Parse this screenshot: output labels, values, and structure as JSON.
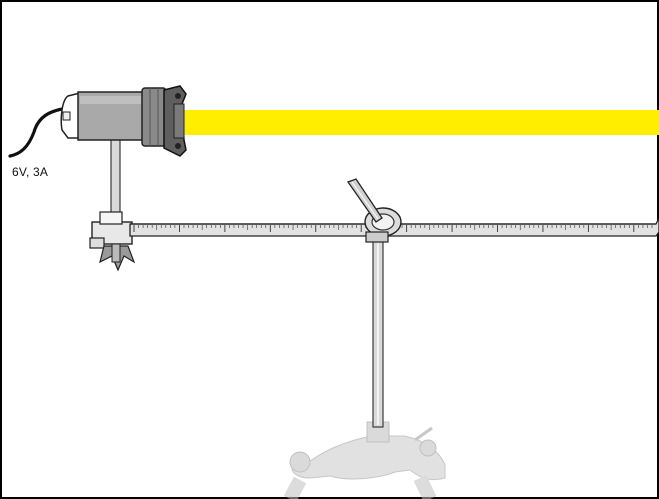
{
  "labels": {
    "power_supply": "6V, 3A"
  },
  "colors": {
    "light_beam": "#ffee00",
    "lamp_body": "#a9a9a9",
    "metal": "#d0d0d0",
    "outline": "#222222",
    "base": "#d6d6d6",
    "frame": "#000000"
  },
  "optical_bench": {
    "scale_ticks": 114
  },
  "icons": {
    "light_source": "lamp-housing",
    "mirror_mount": "rotating-holder",
    "stand": "tripod-base"
  }
}
